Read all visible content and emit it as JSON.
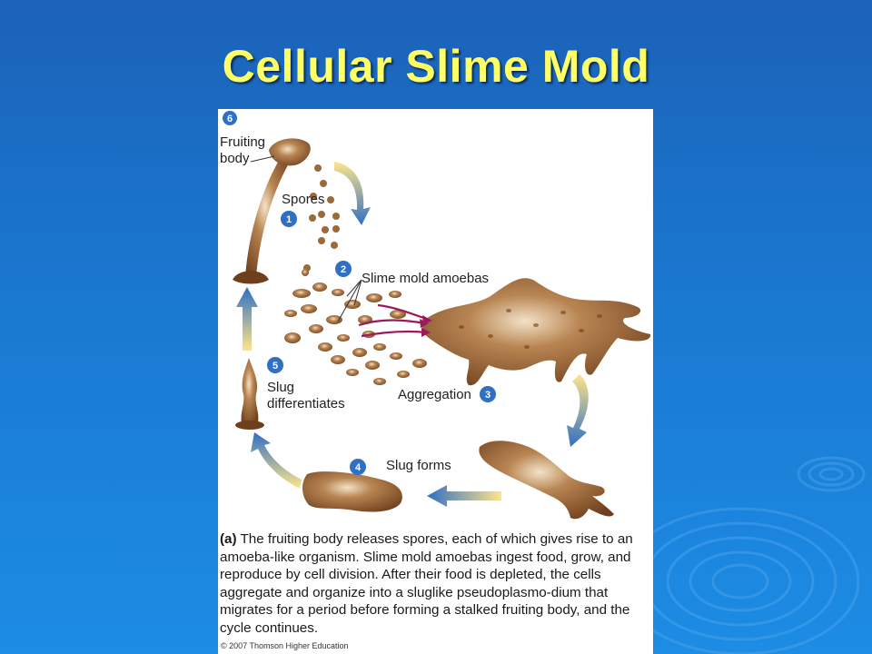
{
  "slide": {
    "title": "Cellular Slime Mold"
  },
  "diagram": {
    "steps": [
      {
        "number": "6",
        "label_line1": "Fruiting",
        "label_line2": "body"
      },
      {
        "number": "1",
        "label": "Spores"
      },
      {
        "number": "2",
        "label": "Slime mold amoebas"
      },
      {
        "number": "3",
        "label": "Aggregation"
      },
      {
        "number": "4",
        "label": "Slug forms"
      },
      {
        "number": "5",
        "label_line1": "Slug",
        "label_line2": "differentiates"
      }
    ],
    "caption_tag": "(a)",
    "caption_text": " The fruiting body releases spores, each of which gives rise to an amoeba-like organism. Slime mold amoebas ingest food, grow, and reproduce by cell division. After their food is depleted, the cells aggregate and organize into a sluglike pseudoplasmo-dium that migrates for a period before forming a stalked fruiting body, and the cycle continues.",
    "copyright": "© 2007 Thomson Higher Education"
  },
  "colors": {
    "title": "#ffff66",
    "background": "#1a78d0",
    "step_badge": "#2f6fc4",
    "arrow": "#2f6fc4",
    "organism": "#7a4a22",
    "amoeba_arrow": "#9a1a5a"
  }
}
